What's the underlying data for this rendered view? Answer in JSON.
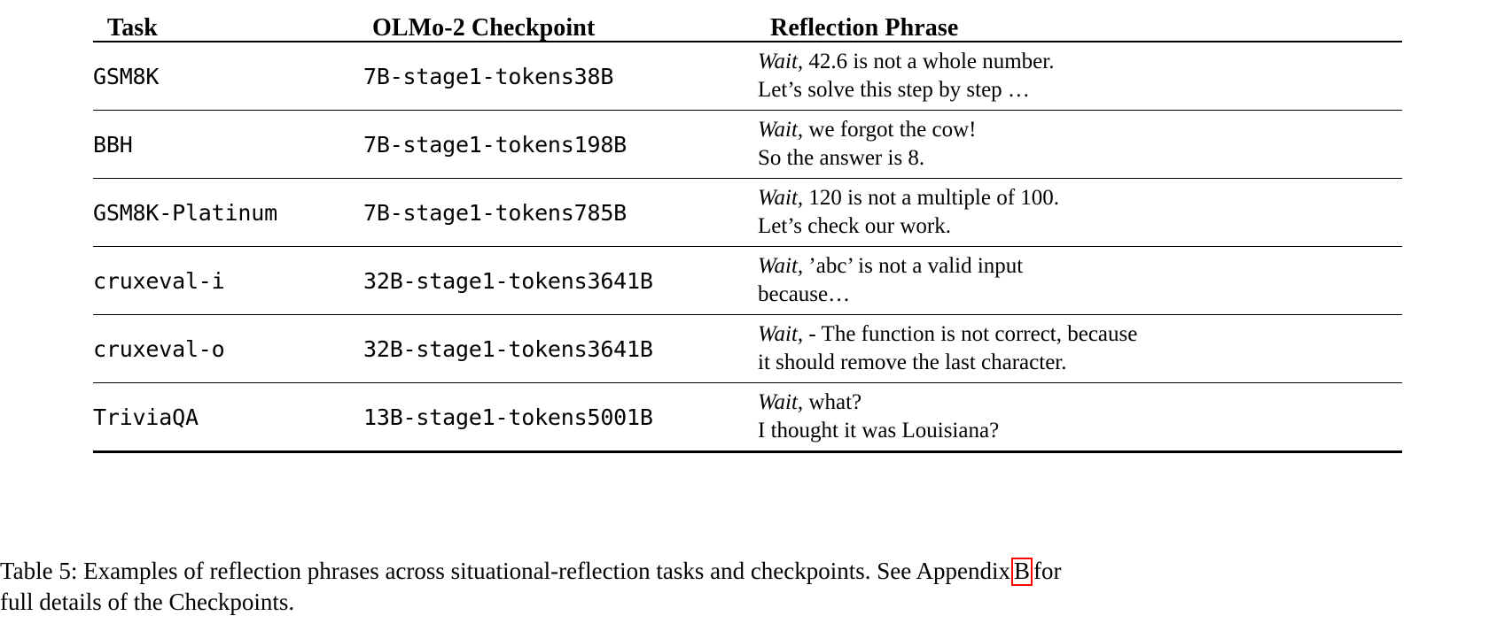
{
  "table": {
    "columns": [
      "Task",
      "OLMo-2 Checkpoint",
      "Reflection Phrase"
    ],
    "rows": [
      {
        "task": "GSM8K",
        "checkpoint": "7B-stage1-tokens38B",
        "phrase_italic": "Wait,",
        "phrase_line1": " 42.6 is not a whole number.",
        "phrase_line2": "Let’s solve this step by step …"
      },
      {
        "task": "BBH",
        "checkpoint": "7B-stage1-tokens198B",
        "phrase_italic": "Wait,",
        "phrase_line1": " we forgot the cow!",
        "phrase_line2": "So the answer is 8."
      },
      {
        "task": "GSM8K-Platinum",
        "checkpoint": "7B-stage1-tokens785B",
        "phrase_italic": "Wait,",
        "phrase_line1": " 120 is not a multiple of 100.",
        "phrase_line2": "Let’s check our work."
      },
      {
        "task": "cruxeval-i",
        "checkpoint": "32B-stage1-tokens3641B",
        "phrase_italic": "Wait,",
        "phrase_line1": " ’abc’ is not a valid input",
        "phrase_line2": "because…"
      },
      {
        "task": "cruxeval-o",
        "checkpoint": "32B-stage1-tokens3641B",
        "phrase_italic": "Wait,",
        "phrase_line1": " - The function is not correct, because",
        "phrase_line2": "it should remove the last character."
      },
      {
        "task": "TriviaQA",
        "checkpoint": "13B-stage1-tokens5001B",
        "phrase_italic": "Wait,",
        "phrase_line1": " what?",
        "phrase_line2": "I thought it was Louisiana?"
      }
    ]
  },
  "caption": {
    "line1_before": "Table 5: Examples of reflection phrases across situational-reflection tasks and checkpoints. See Appendix",
    "link": "B",
    "line1_after": "for",
    "line2": "full details of the Checkpoints."
  },
  "colors": {
    "link_box": "#ff0000",
    "rule": "#000000",
    "text": "#000000",
    "background": "#ffffff"
  }
}
